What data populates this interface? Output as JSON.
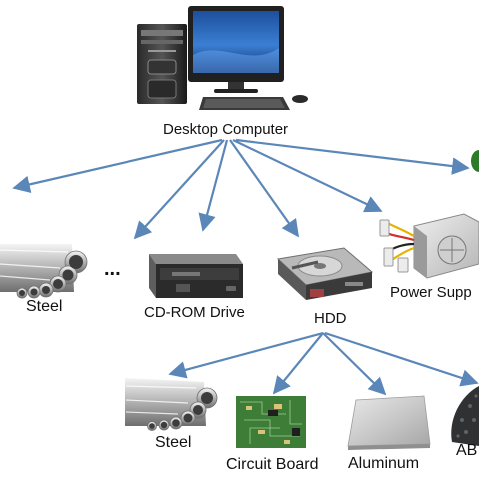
{
  "root": {
    "label": "Desktop Computer",
    "icon": "desktop-computer-icon"
  },
  "components": [
    {
      "label": "Steel",
      "icon": "steel-pipes-icon"
    },
    {
      "label": "...",
      "icon": ""
    },
    {
      "label": "CD-ROM Drive",
      "icon": "optical-drive-icon"
    },
    {
      "label": "HDD",
      "icon": "hard-disk-drive-icon"
    },
    {
      "label": "Power Supp",
      "icon": "power-supply-icon"
    }
  ],
  "materials": [
    {
      "label": "Steel",
      "icon": "steel-pipes-icon"
    },
    {
      "label": "Circuit Board",
      "icon": "circuit-board-icon"
    },
    {
      "label": "Aluminum",
      "icon": "aluminum-sheet-icon"
    },
    {
      "label": "AB",
      "icon": "plastic-pellets-icon"
    }
  ],
  "colors": {
    "arrow": "#5b87b8",
    "text": "#111111"
  }
}
